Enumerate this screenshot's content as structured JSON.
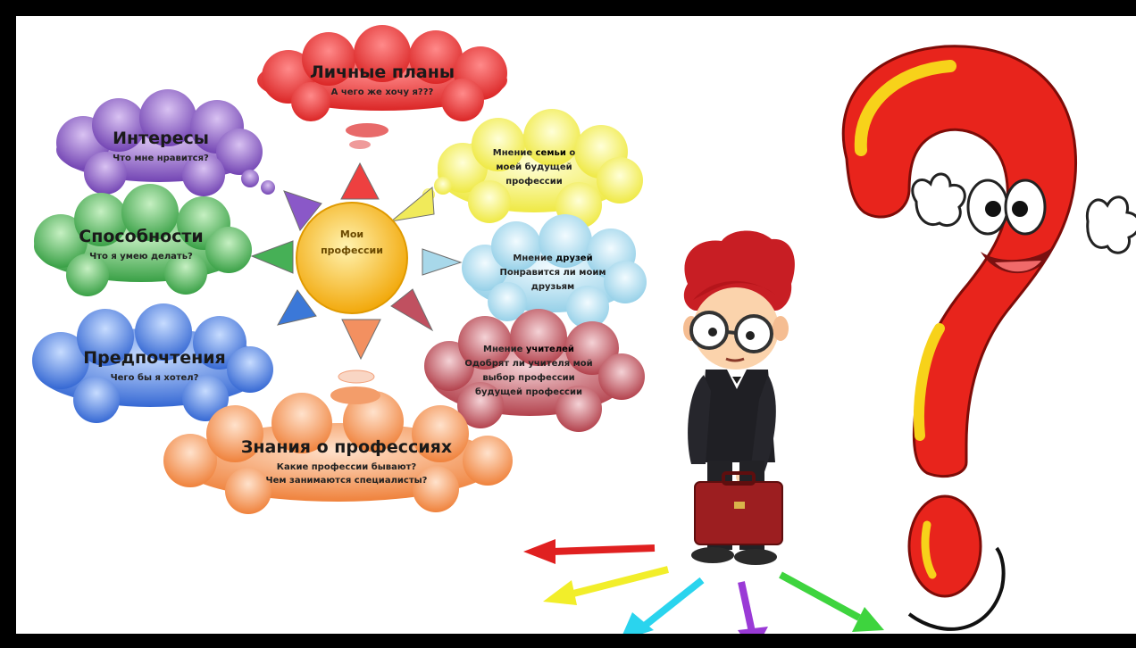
{
  "center": {
    "line1": "Мои",
    "line2": "профессии"
  },
  "clouds": {
    "plans": {
      "title": "Личные планы",
      "sub": "А чего же хочу я???"
    },
    "interests": {
      "title": "Интересы",
      "sub": "Что мне нравится?"
    },
    "abilities": {
      "title": "Способности",
      "sub": "Что я умею делать?"
    },
    "preferences": {
      "title": "Предпочтения",
      "sub": "Чего бы я хотел?"
    },
    "family": {
      "line1a": "Мнение ",
      "line1b": "семьи",
      "line1c": " о",
      "line2": "моей будущей",
      "line3": "профессии"
    },
    "friends": {
      "line1a": "Мнение ",
      "line1b": "друзей",
      "line2": "Понравится ли моим",
      "line3": "друзьям"
    },
    "teachers": {
      "line1a": "Мнение ",
      "line1b": "учителей",
      "line2": "Одобрят ли учителя мой",
      "line3": "выбор профессии",
      "line4": "будущей профессии"
    },
    "knowledge": {
      "title": "Знания о профессиях",
      "sub1": "Какие профессии бывают?",
      "sub2": "Чем занимаются специалисты?"
    }
  },
  "colors": {
    "plans": "#e53a3a",
    "interests": "#7a4bbf",
    "abilities": "#3aa84a",
    "preferences": "#2f6fd6",
    "family": "#f3ef3a",
    "friends": "#8fd0e8",
    "teachers": "#b8343e",
    "knowledge": "#f2823a",
    "center": "#f7b81c",
    "question": "#e8241c",
    "question_stripe": "#f7d21a"
  },
  "icons": {
    "boy": "boy-with-briefcase-illustration",
    "question": "question-mark-character-illustration"
  }
}
